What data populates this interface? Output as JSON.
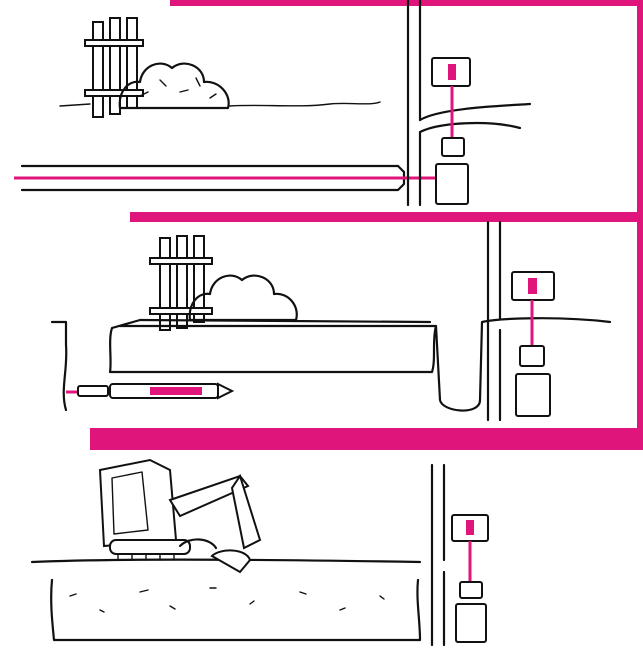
{
  "colors": {
    "accent": "#e0157b",
    "ink": "#111111",
    "background": "#ffffff"
  },
  "panels": [
    {
      "id": "panel-1",
      "scene": "existing-conduit-under-yard"
    },
    {
      "id": "panel-2",
      "scene": "trench-with-cable-pulling-tool"
    },
    {
      "id": "panel-3",
      "scene": "mini-excavator-digging-trench"
    }
  ],
  "icons": [
    "fence-icon",
    "bush-icon",
    "meter-box-icon",
    "junction-box-icon",
    "conduit-icon",
    "cable-puller-icon",
    "excavator-icon"
  ]
}
